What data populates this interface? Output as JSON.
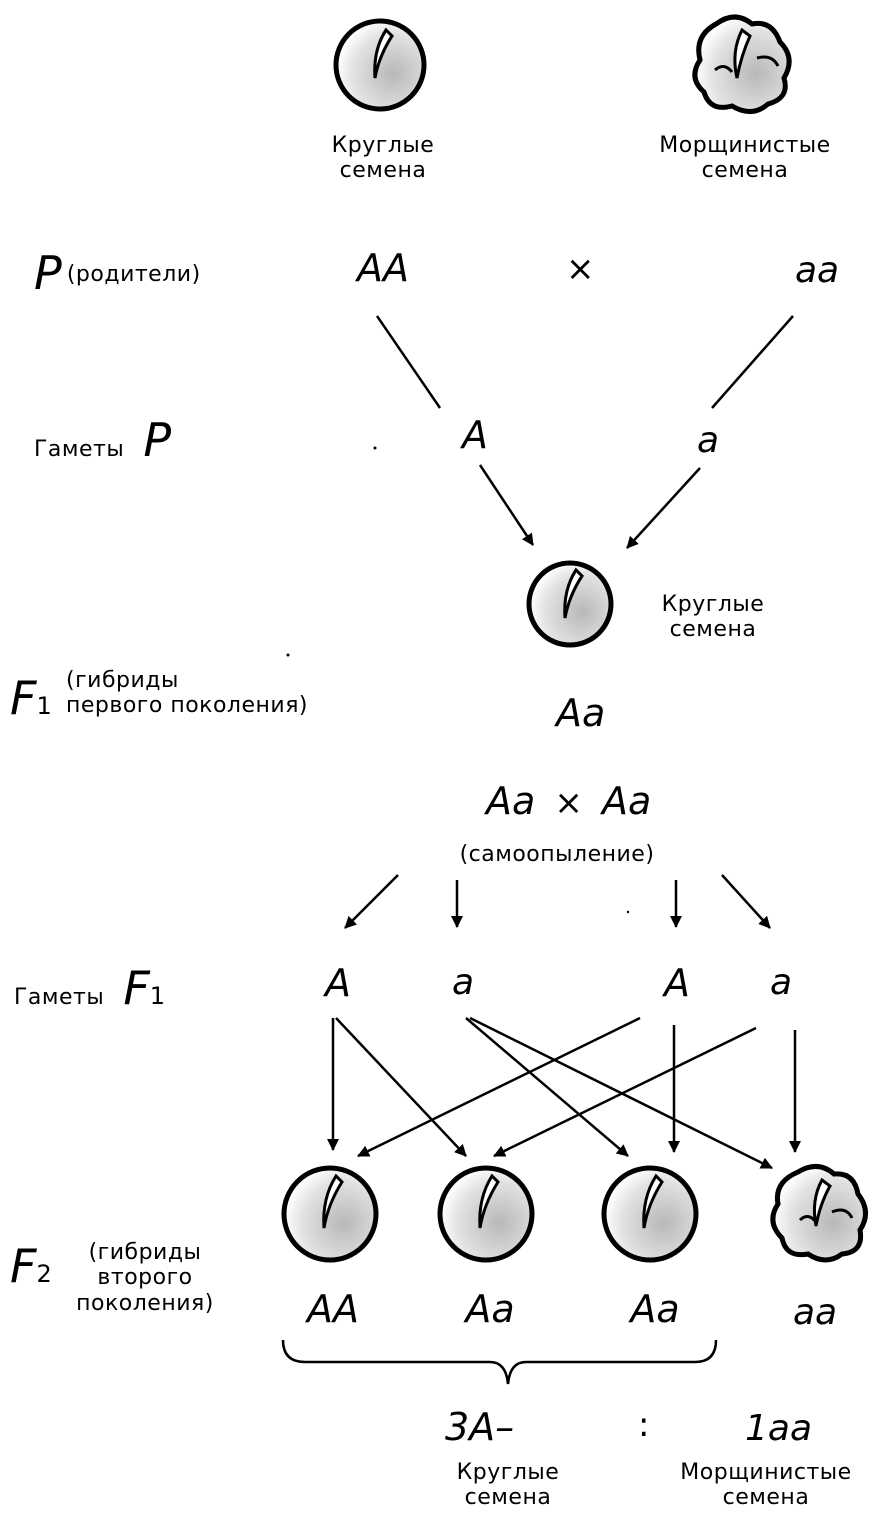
{
  "parents": {
    "round_label": "Круглые\nсемена",
    "wrinkled_label": "Морщинистые\nсемена",
    "p_symbol": "P",
    "p_text": "(родители)",
    "genotype_left": "AA",
    "cross": "×",
    "genotype_right": "aa"
  },
  "gametes_p": {
    "label": "Гаметы",
    "symbol": "P",
    "left": "A",
    "right": "a"
  },
  "f1": {
    "symbol": "F",
    "sub": "1",
    "text": "(гибриды\nпервого поколения)",
    "seed_label": "Круглые\nсемена",
    "genotype": "Aa"
  },
  "selfing": {
    "left": "Aa",
    "cross": "×",
    "right": "Aa",
    "note": "(самоопыление)"
  },
  "gametes_f1": {
    "label": "Гаметы",
    "symbol": "F",
    "sub": "1",
    "items": [
      "A",
      "a",
      "A",
      "a"
    ]
  },
  "f2": {
    "symbol": "F",
    "sub": "2",
    "text": "(гибриды\nвторого\nпоколения)",
    "genotypes": [
      "AA",
      "Aa",
      "Aa",
      "aa"
    ]
  },
  "ratio": {
    "left": "3A–",
    "colon": ":",
    "right": "1aa",
    "left_label": "Круглые\nсемена",
    "right_label": "Морщинистые\nсемена"
  }
}
